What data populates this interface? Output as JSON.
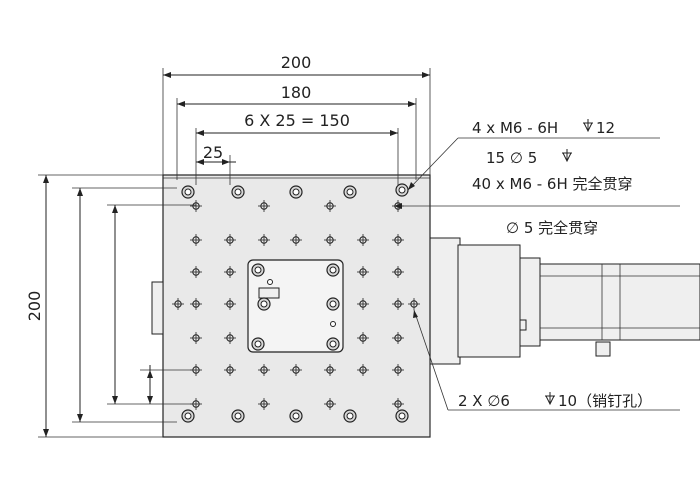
{
  "dimensions": {
    "overall_width": "200",
    "hole_span_width": "180",
    "pitch_formula": "6 X 25 = 150",
    "pitch": "25",
    "overall_height": "200"
  },
  "notes": {
    "corner_tapped_holes": "4 x  M6 - 6H",
    "corner_tapped_depth": "12",
    "counterbore": "15  ∅  5",
    "grid_tapped_holes": "40 x  M6 - 6H 完全贯穿",
    "through_hole": "∅  5 完全贯穿",
    "dowel_holes_prefix": "2 X  ∅6",
    "dowel_holes_suffix": "10（销钉孔）"
  },
  "icons": {
    "hole": "tapped-hole-icon",
    "counterbore": "counterbore-hole-icon",
    "depth": "depth-symbol-icon"
  }
}
